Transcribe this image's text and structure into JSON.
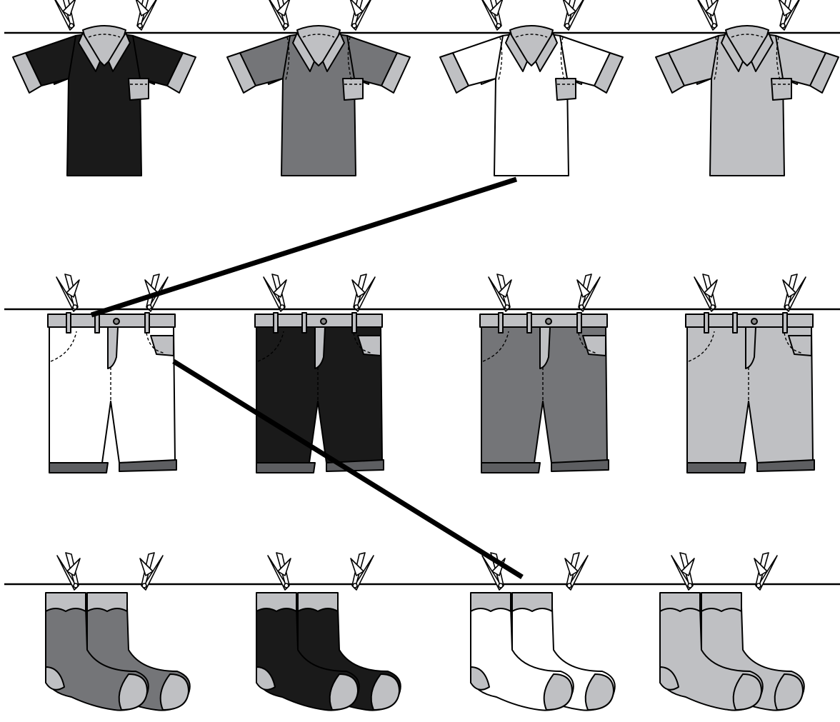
{
  "colors": {
    "black": "#1a1a1a",
    "dark_gray": "#747578",
    "white": "#ffffff",
    "light_gray": "#bfc0c3",
    "trim_gray": "#bfc0c3",
    "trim_dark": "#5d5e61",
    "outline": "#000000"
  },
  "rows": [
    {
      "kind": "shirt",
      "items": [
        "black",
        "dark_gray",
        "white",
        "light_gray"
      ]
    },
    {
      "kind": "shorts",
      "items": [
        "white",
        "black",
        "dark_gray",
        "light_gray"
      ]
    },
    {
      "kind": "socks",
      "items": [
        "dark_gray",
        "black",
        "white",
        "light_gray"
      ]
    }
  ],
  "connections": [
    {
      "from": "shirt-white",
      "to": "shorts-white"
    },
    {
      "from": "shorts-white",
      "to": "socks-white"
    }
  ],
  "clothespin_icon": "clothespin-icon"
}
